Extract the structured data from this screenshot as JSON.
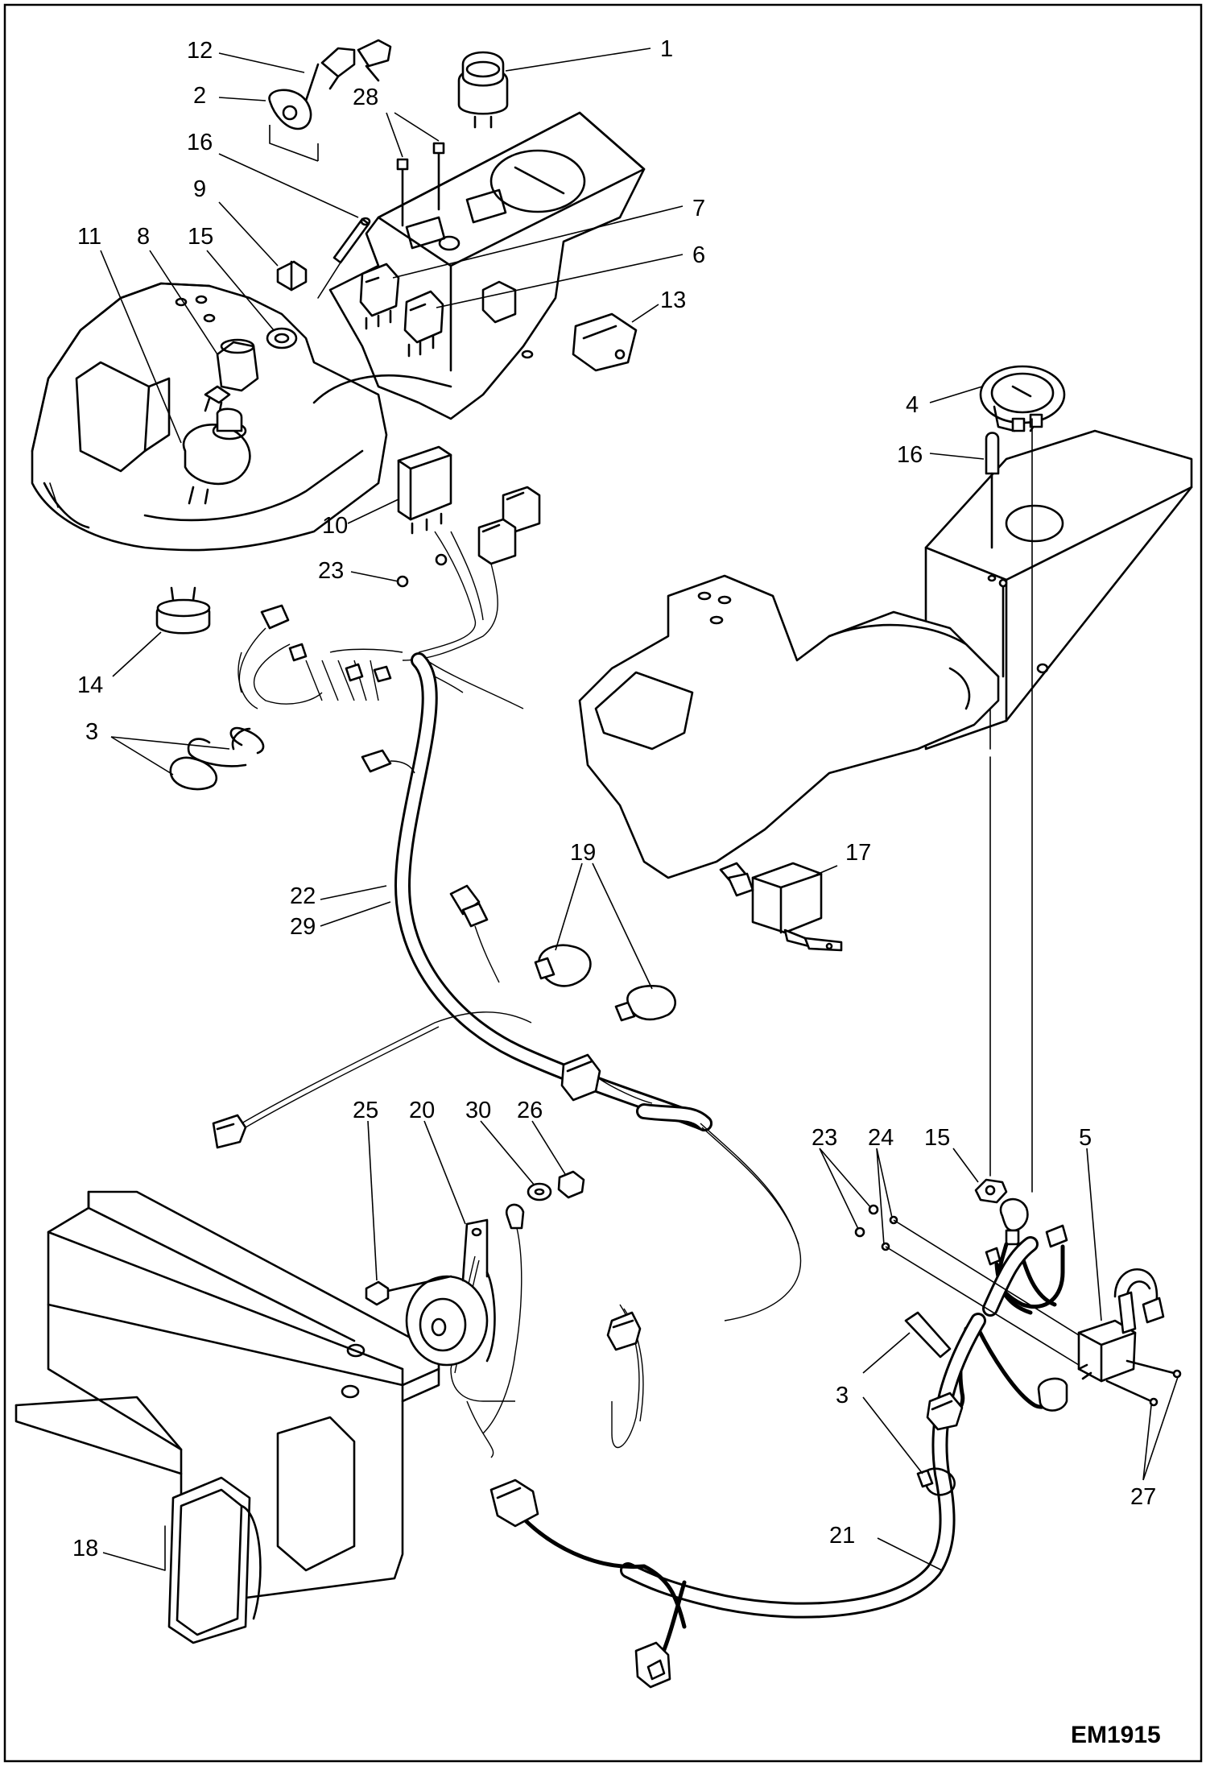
{
  "drawing_id": "EM1915",
  "callouts": [
    "1",
    "2",
    "3",
    "4",
    "5",
    "6",
    "7",
    "8",
    "9",
    "10",
    "11",
    "12",
    "13",
    "14",
    "15",
    "16",
    "17",
    "18",
    "19",
    "20",
    "21",
    "22",
    "23",
    "24",
    "25",
    "26",
    "27",
    "28",
    "29",
    "30"
  ]
}
